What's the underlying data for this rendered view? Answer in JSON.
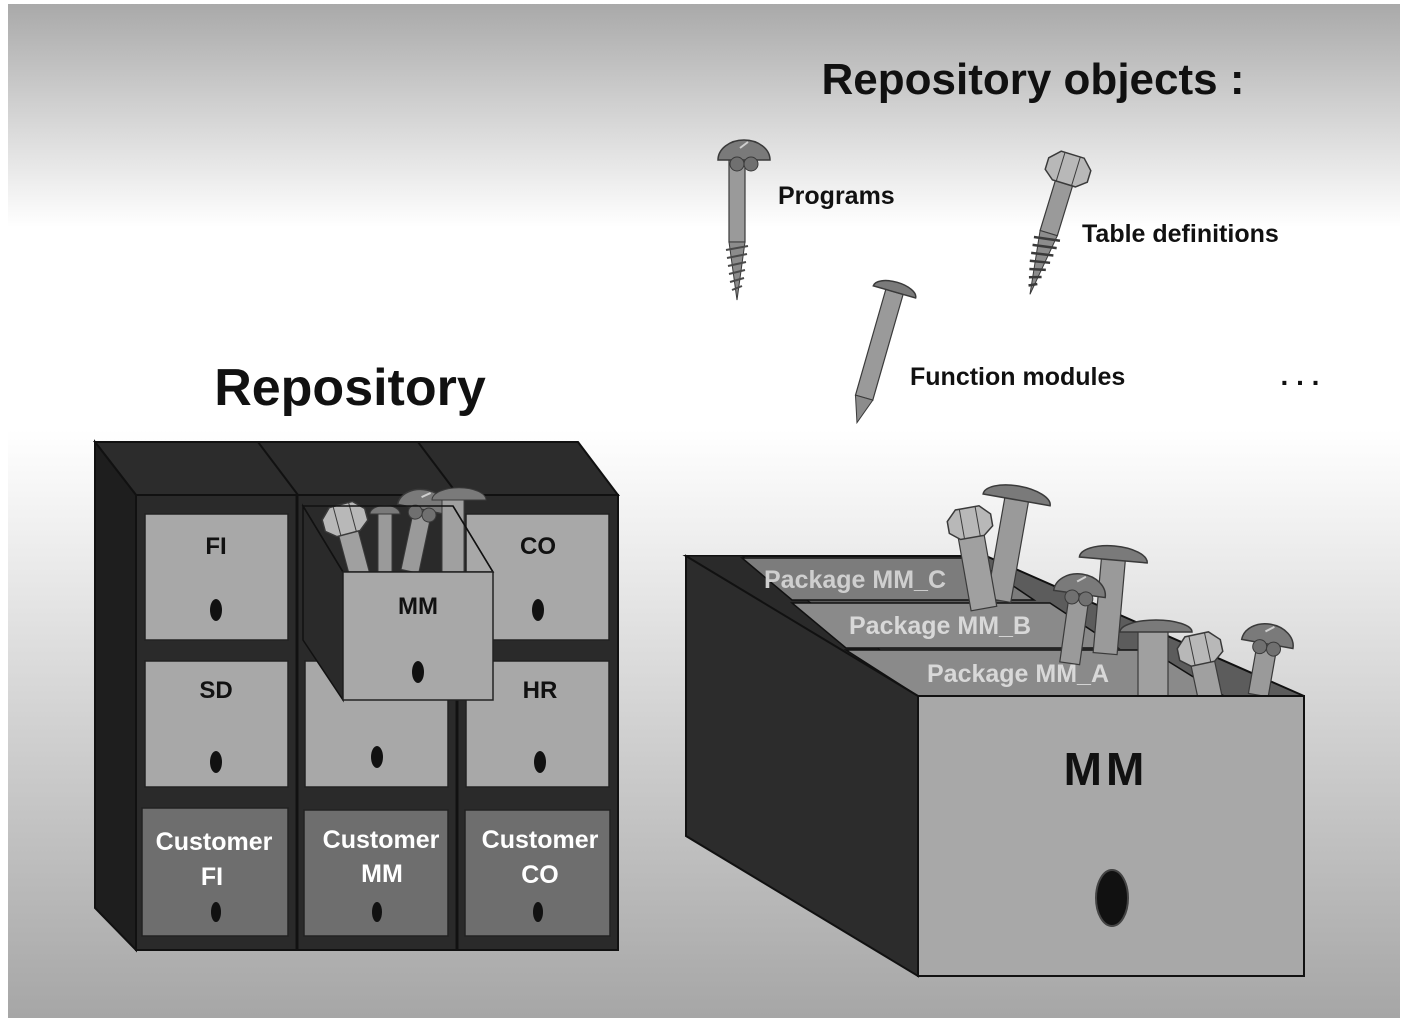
{
  "titles": {
    "repository": "Repository",
    "objects": "Repository objects :"
  },
  "objects": {
    "programs": "Programs",
    "tables": "Table definitions",
    "functions": "Function modules",
    "more": ". . ."
  },
  "cabinet": {
    "fi": "FI",
    "mm": "MM",
    "co": "CO",
    "sd": "SD",
    "hr": "HR",
    "cust_fi_1": "Customer",
    "cust_fi_2": "FI",
    "cust_mm_1": "Customer",
    "cust_mm_2": "MM",
    "cust_co_1": "Customer",
    "cust_co_2": "CO"
  },
  "drawer": {
    "label": "MM",
    "pkg_c": "Package MM_C",
    "pkg_b": "Package MM_B",
    "pkg_a": "Package MM_A"
  }
}
